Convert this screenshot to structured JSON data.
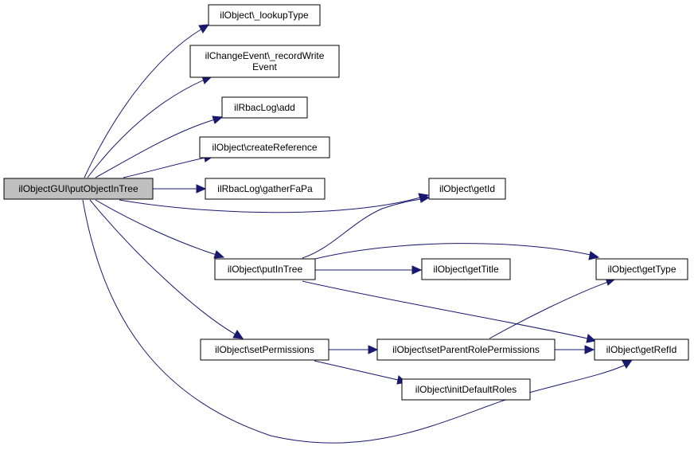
{
  "colors": {
    "edge": "#191970",
    "node_border": "#000000",
    "node_fill": "#ffffff",
    "root_fill": "#bfbfbf"
  },
  "nodes": {
    "root": "ilObjectGUI\\putObjectInTree",
    "lookup_type": "ilObject\\_lookupType",
    "record_write_1": "ilChangeEvent\\_recordWrite",
    "record_write_2": "Event",
    "rbac_add": "ilRbacLog\\add",
    "create_reference": "ilObject\\createReference",
    "gather_fapa": "ilRbacLog\\gatherFaPa",
    "get_id": "ilObject\\getId",
    "put_in_tree": "ilObject\\putInTree",
    "get_title": "ilObject\\getTitle",
    "get_type": "ilObject\\getType",
    "set_permissions": "ilObject\\setPermissions",
    "set_parent_role_permissions": "ilObject\\setParentRolePermissions",
    "get_ref_id": "ilObject\\getRefId",
    "init_default_roles": "ilObject\\initDefaultRoles"
  }
}
